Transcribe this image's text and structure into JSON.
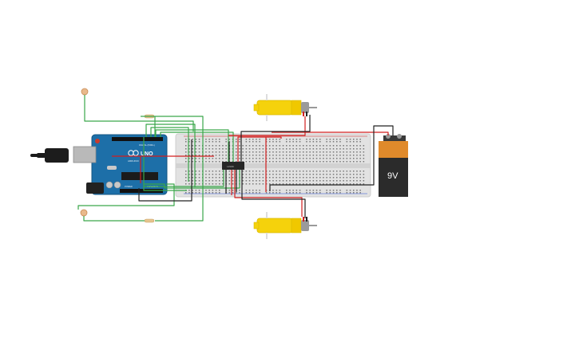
{
  "board": {
    "logo": "UNO",
    "brand": "ARDUINO",
    "digital_header": "DIGITAL (PWM~)",
    "power_header": "POWER",
    "analog_header": "ANALOG IN"
  },
  "battery": {
    "label": "9V"
  },
  "chip": {
    "label": "L293D"
  },
  "colors": {
    "wire_green": "#3aa64a",
    "wire_red": "#d21f1f",
    "wire_black": "#222222",
    "board_blue": "#1d6fa8",
    "breadboard": "#e2e2e2",
    "motor_yellow": "#f5d20c",
    "battery_orange": "#e08a2b",
    "battery_black": "#2b2b2b"
  }
}
